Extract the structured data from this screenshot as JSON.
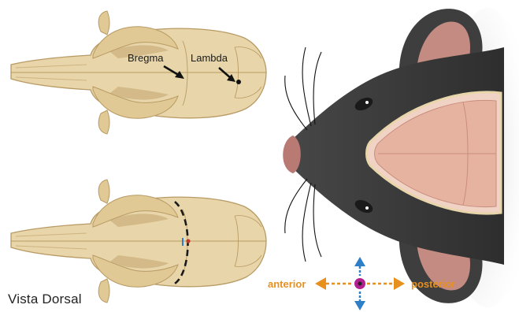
{
  "labels": {
    "bregma": "Bregma",
    "lambda": "Lambda",
    "view": "Vista Dorsal",
    "anterior": "anterior",
    "posterior": "posterior"
  },
  "colors": {
    "bone": "#e8d6aa",
    "bone_edge": "#b89a64",
    "bone_shadow": "#cdb380",
    "mouse_fur": "#3e3e3e",
    "ear_inner": "#c48b82",
    "brain": "#e7b3a1",
    "arrow_orange": "#e8901e",
    "arrow_blue": "#2f7fc8",
    "marker_magenta": "#b3208f"
  },
  "icons": {
    "direction_compass": "four-way-arrow-icon"
  }
}
